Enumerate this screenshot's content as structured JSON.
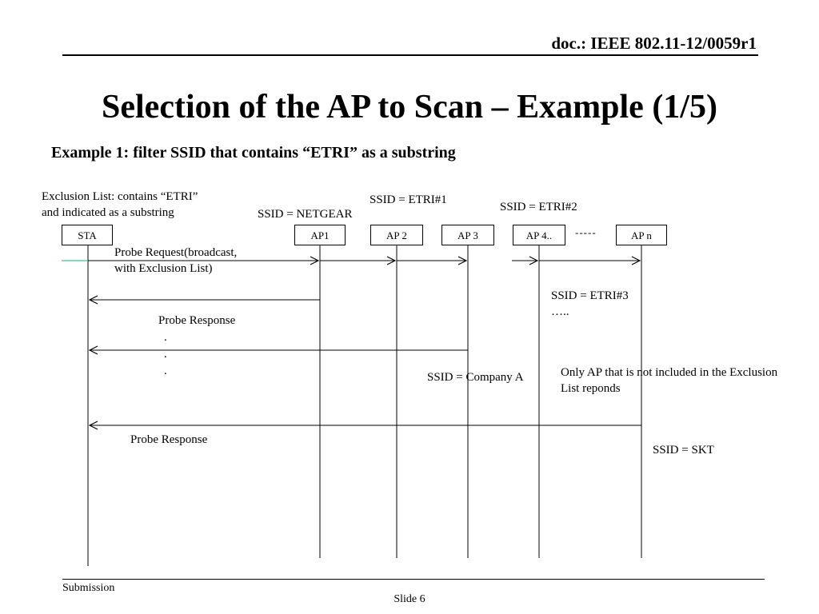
{
  "header": {
    "doc_id": "doc.: IEEE 802.11-12/0059r1"
  },
  "title": "Selection of the AP to Scan – Example (1/5)",
  "subtitle": "Example 1: filter SSID that contains “ETRI” as a substring",
  "exclusion_note": [
    "Exclusion List: contains “ETRI”",
    "and indicated as a substring"
  ],
  "entities": {
    "sta": "STA",
    "ap1": "AP1",
    "ap2": "AP 2",
    "ap3": "AP 3",
    "ap4": "AP 4..",
    "apn": "AP n",
    "gap": "-----"
  },
  "ssids": {
    "ap1": "SSID = NETGEAR",
    "ap2": "SSID = ETRI#1",
    "ap3": "SSID = ETRI#2",
    "ap4": [
      "SSID = ETRI#3",
      "….."
    ],
    "company_a": "SSID = Company A",
    "apn": "SSID = SKT"
  },
  "messages": {
    "probe_request": [
      "Probe Request(broadcast,",
      "with Exclusion List)"
    ],
    "probe_response_1": "Probe Response",
    "ellipsis_dot": ".",
    "probe_response_2": "Probe Response"
  },
  "only_ap_note": [
    "Only AP that is not included in the Exclusion",
    "List reponds"
  ],
  "footer": {
    "left": "Submission",
    "slide": "Slide 6"
  }
}
